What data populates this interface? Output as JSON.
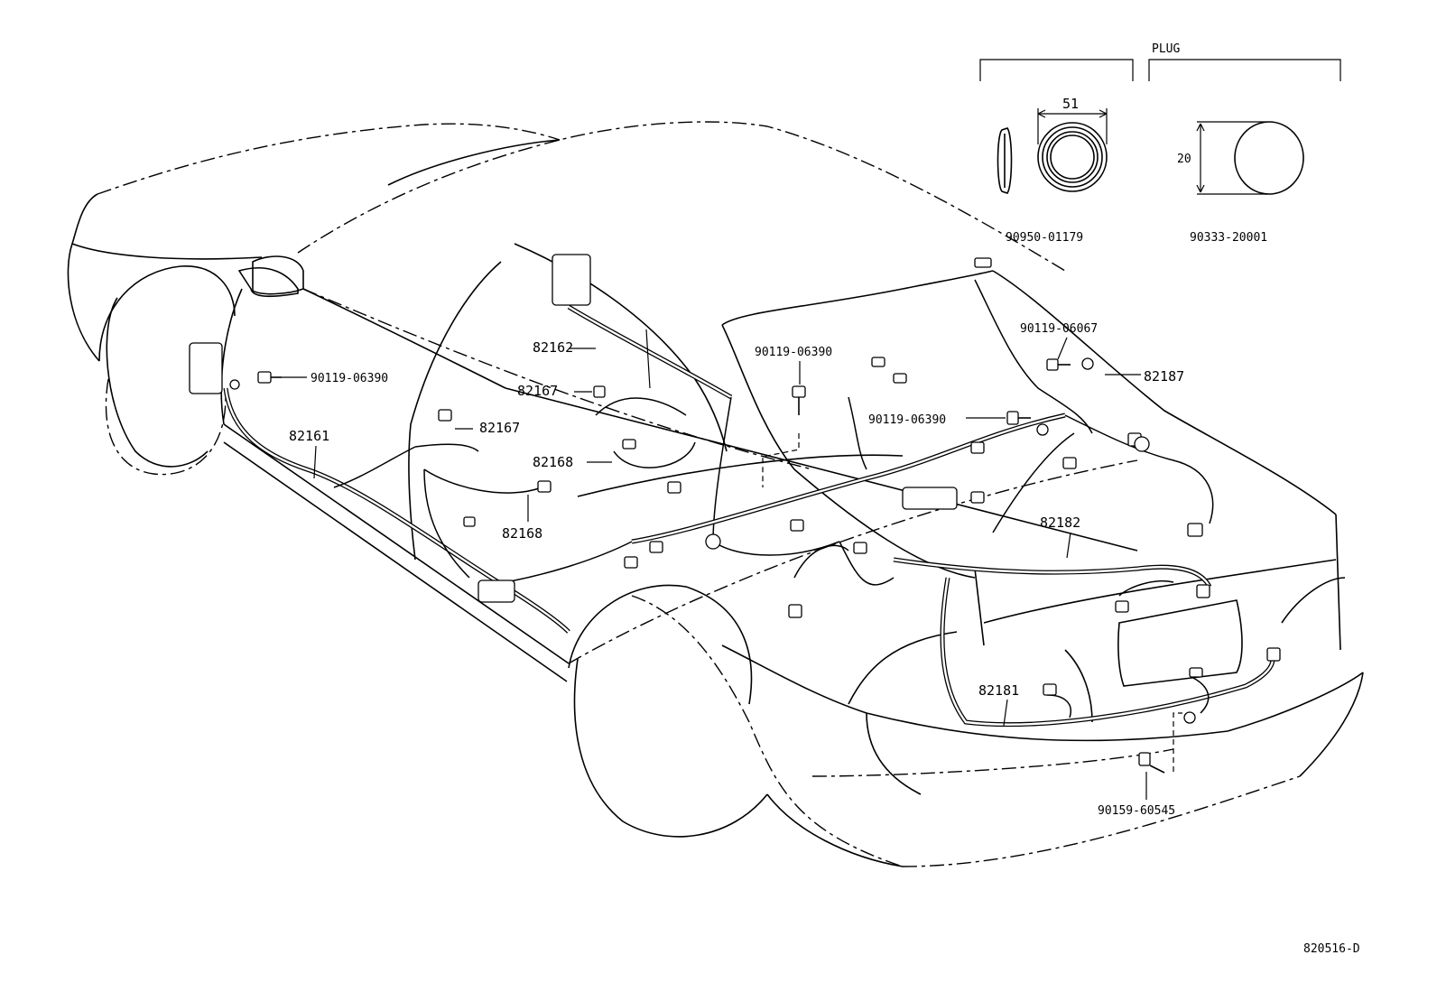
{
  "labels": {
    "harness_82161": "82161",
    "harness_82162": "82162",
    "harness_82167_a": "82167",
    "harness_82167_b": "82167",
    "harness_82168_a": "82168",
    "harness_82168_b": "82168",
    "harness_82181": "82181",
    "harness_82182": "82182",
    "harness_82187": "82187",
    "bolt_left": "90119-06390",
    "bolt_center": "90119-06390",
    "bolt_right": "90119-06390",
    "bolt_rear_small": "90119-06067",
    "bolt_bumper": "90159-60545"
  },
  "inset": {
    "plug_header": "PLUG",
    "grommet_dimension": "51",
    "grommet_part": "90950-01179",
    "plug_dimension": "20",
    "plug_part": "90333-20001"
  },
  "diagram_code": "820516-D"
}
